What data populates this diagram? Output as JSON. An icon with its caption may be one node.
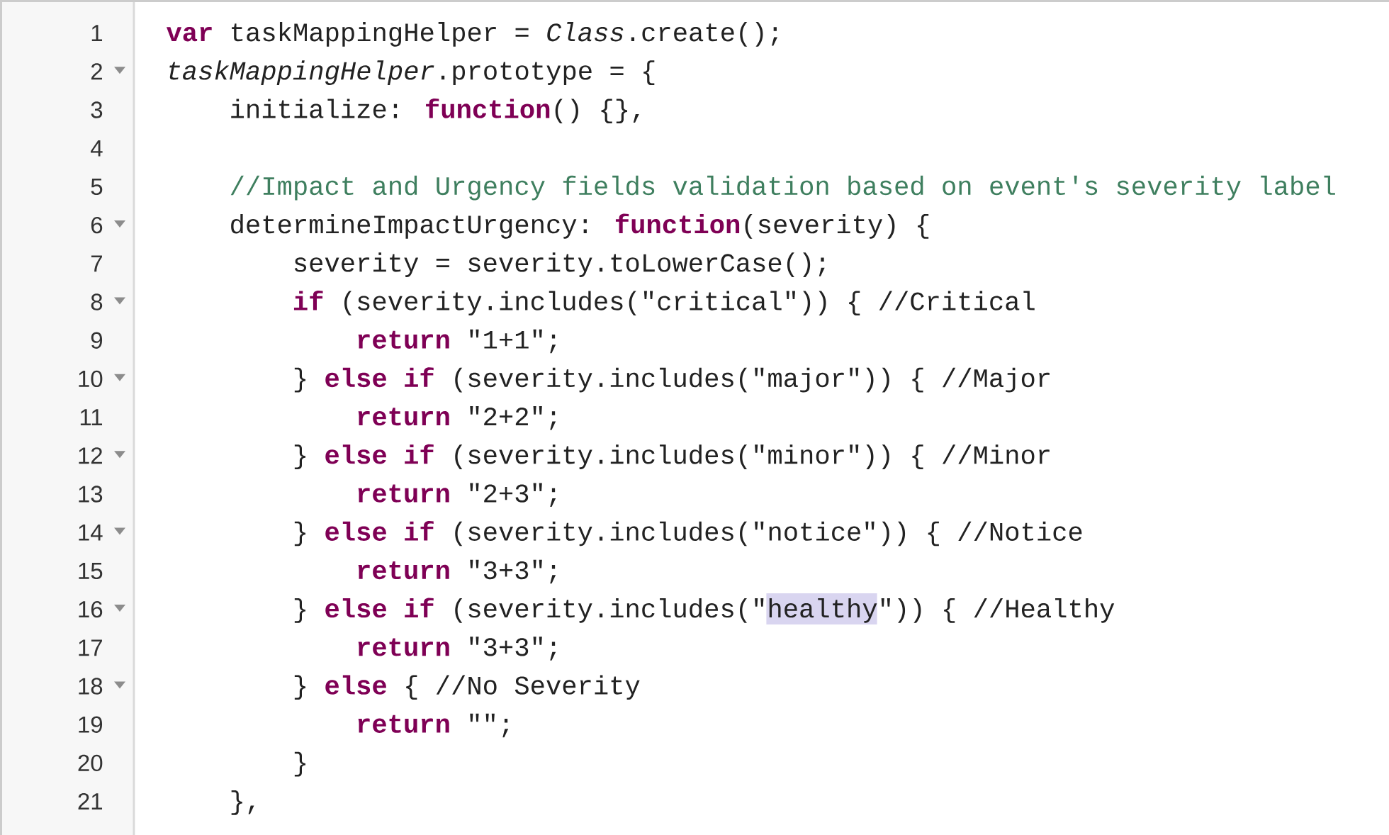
{
  "diagram": {
    "labels": [
      "1",
      "**var** taskMappingHelper = *Class*.create();",
      "2",
      "*taskMappingHelper*.prototype = {",
      "3",
      "initialize: **function**() {},",
      "4",
      "5",
      "//Impact and Urgency fields validation based on event's severity label",
      "6",
      "determineImpactUrgency: **function**(severity) {",
      "7",
      "severity = severity.toLowerCase();",
      "8",
      "**if** (severity.includes(\"critical\")) { //Critical",
      "9",
      "**return** \"1+1\";",
      "10",
      "} **else if** (severity.includes(\"major\")) { //Major",
      "11",
      "**return** \"2+2\";",
      "12",
      "} **else if** (severity.includes(\"minor\")) { //Minor",
      "13",
      "**return** \"2+3\";",
      "14",
      "} **else if** (severity.includes(\"notice\")) { //Notice",
      "15",
      "**return** \"3+3\";",
      "16",
      "} **else if** (severity.includes(\"healthy\")) { //Healthy",
      "17",
      "**return** \"3+3\";",
      "18",
      "} **else** { //No Severity",
      "19",
      "**return** \"\";",
      "20",
      "}",
      "21",
      "},"
    ]
  }
}
